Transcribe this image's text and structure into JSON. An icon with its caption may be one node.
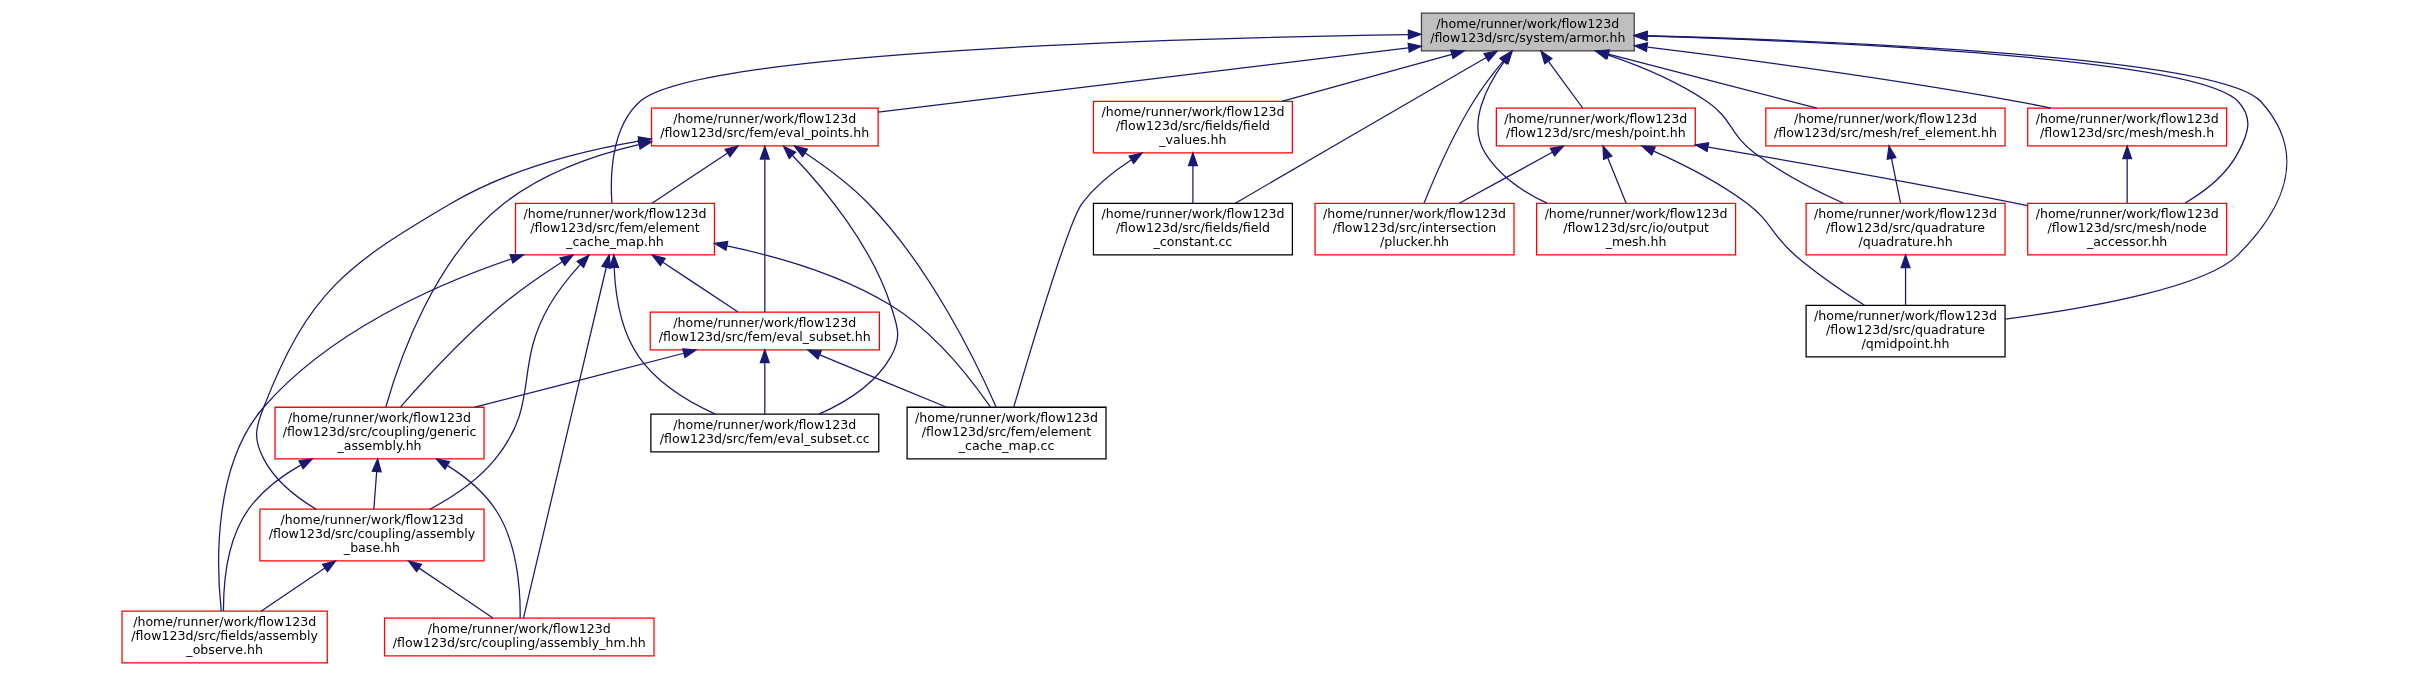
{
  "diagram": {
    "nodes": [
      {
        "text": [
          "/home/runner/work/flow123d /flow123d/src/system/armor.hh"
        ]
      },
      {
        "text": [
          "/home/runner/work/flow123d /flow123d/src/fem/eval_points.hh"
        ]
      },
      {
        "text": [
          "/home/runner/work/flow123d /flow123d/src/fields/field _values.hh"
        ]
      },
      {
        "text": [
          "/home/runner/work/flow123d /flow123d/src/mesh/point.hh"
        ]
      },
      {
        "text": [
          "/home/runner/work/flow123d /flow123d/src/mesh/mesh.h"
        ]
      },
      {
        "text": [
          "/home/runner/work/flow123d /flow123d/src/mesh/ref_element.hh"
        ]
      },
      {
        "text": [
          "/home/runner/work/flow123d /flow123d/src/fem/element _cache_map.hh"
        ]
      },
      {
        "text": [
          "/home/runner/work/flow123d /flow123d/src/fields/field _constant.cc"
        ]
      },
      {
        "text": [
          "/home/runner/work/flow123d /flow123d/src/intersection /plucker.hh"
        ]
      },
      {
        "text": [
          "/home/runner/work/flow123d /flow123d/src/io/output _mesh.hh"
        ]
      },
      {
        "text": [
          "/home/runner/work/flow123d /flow123d/src/mesh/node _accessor.hh"
        ]
      },
      {
        "text": [
          "/home/runner/work/flow123d /flow123d/src/quadrature /quadrature.hh"
        ]
      },
      {
        "text": [
          "/home/runner/work/flow123d /flow123d/src/fem/eval_subset.hh"
        ]
      },
      {
        "text": [
          "/home/runner/work/flow123d /flow123d/src/quadrature /qmidpoint.hh"
        ]
      },
      {
        "text": [
          "/home/runner/work/flow123d /flow123d/src/coupling/generic _assembly.hh"
        ]
      },
      {
        "text": [
          "/home/runner/work/flow123d /flow123d/src/fem/eval_subset.cc"
        ]
      },
      {
        "text": [
          "/home/runner/work/flow123d /flow123d/src/fem/element _cache_map.cc"
        ]
      },
      {
        "text": [
          "/home/runner/work/flow123d /flow123d/src/coupling/assembly _base.hh"
        ]
      },
      {
        "text": [
          "/home/runner/work/flow123d /flow123d/src/coupling/assembly_hm.hh"
        ]
      },
      {
        "text": [
          "/home/runner/work/flow123d /flow123d/src/fields/assembly _observe.hh"
        ]
      }
    ],
    "edges": [
      {
        "from": 6,
        "to": 0,
        "arrow": "to"
      },
      {
        "from": 1,
        "to": 0,
        "arrow": "to"
      },
      {
        "from": 2,
        "to": 0,
        "arrow": "to"
      },
      {
        "from": 7,
        "to": 0,
        "arrow": "to"
      },
      {
        "from": 8,
        "to": 0,
        "arrow": "to"
      },
      {
        "from": 9,
        "to": 0,
        "arrow": "to"
      },
      {
        "from": 3,
        "to": 0,
        "arrow": "to"
      },
      {
        "from": 13,
        "to": 0,
        "arrow": "to"
      },
      {
        "from": 10,
        "to": 0,
        "arrow": "to"
      },
      {
        "from": 4,
        "to": 0,
        "arrow": "to"
      },
      {
        "from": 5,
        "to": 0,
        "arrow": "to"
      },
      {
        "from": 11,
        "to": 0,
        "arrow": "to"
      },
      {
        "from": 14,
        "to": 1,
        "arrow": "to"
      },
      {
        "from": 6,
        "to": 1,
        "arrow": "to"
      },
      {
        "from": 12,
        "to": 1,
        "arrow": "to"
      },
      {
        "from": 15,
        "to": 1,
        "arrow": "to"
      },
      {
        "from": 16,
        "to": 1,
        "arrow": "to"
      },
      {
        "from": 17,
        "to": 1,
        "arrow": "to"
      },
      {
        "from": 7,
        "to": 2,
        "arrow": "to"
      },
      {
        "from": 16,
        "to": 2,
        "arrow": "to"
      },
      {
        "from": 8,
        "to": 3,
        "arrow": "to"
      },
      {
        "from": 9,
        "to": 3,
        "arrow": "to"
      },
      {
        "from": 13,
        "to": 3,
        "arrow": "to"
      },
      {
        "from": 10,
        "to": 3,
        "arrow": "to"
      },
      {
        "from": 10,
        "to": 4,
        "arrow": "to"
      },
      {
        "from": 11,
        "to": 5,
        "arrow": "to"
      },
      {
        "from": 18,
        "to": 6,
        "arrow": "to"
      },
      {
        "from": 19,
        "to": 6,
        "arrow": "to"
      },
      {
        "from": 14,
        "to": 6,
        "arrow": "to"
      },
      {
        "from": 17,
        "to": 6,
        "arrow": "to"
      },
      {
        "from": 15,
        "to": 6,
        "arrow": "to"
      },
      {
        "from": 12,
        "to": 6,
        "arrow": "to"
      },
      {
        "from": 16,
        "to": 6,
        "arrow": "to"
      },
      {
        "from": 13,
        "to": 11,
        "arrow": "to"
      },
      {
        "from": 14,
        "to": 12,
        "arrow": "to"
      },
      {
        "from": 15,
        "to": 12,
        "arrow": "to"
      },
      {
        "from": 16,
        "to": 12,
        "arrow": "to"
      },
      {
        "from": 18,
        "to": 14,
        "arrow": "to"
      },
      {
        "from": 19,
        "to": 14,
        "arrow": "to"
      },
      {
        "from": 17,
        "to": 14,
        "arrow": "to"
      },
      {
        "from": 18,
        "to": 17,
        "arrow": "to"
      },
      {
        "from": 19,
        "to": 17,
        "arrow": "to"
      }
    ]
  }
}
